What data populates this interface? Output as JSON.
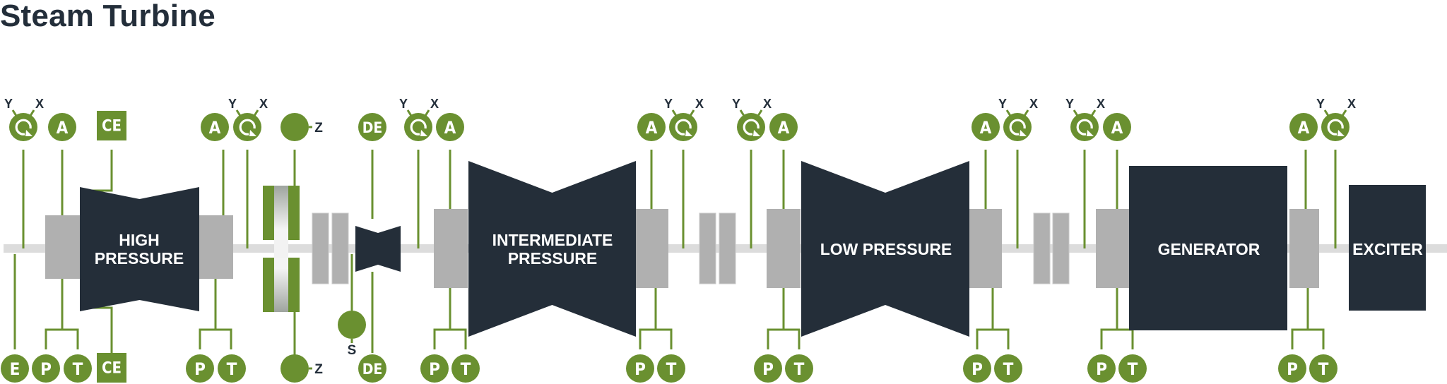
{
  "title": "Steam Turbine",
  "colors": {
    "sensor_green": "#6a9030",
    "machine_dark": "#242e39",
    "bearing_gray": "#b0b0b0",
    "shaft_gray": "#dcdcdc",
    "axis_label": "#232e3a"
  },
  "components": [
    {
      "id": "hp",
      "label_lines": [
        "HIGH",
        "PRESSURE"
      ]
    },
    {
      "id": "ip",
      "label_lines": [
        "INTERMEDIATE",
        "PRESSURE"
      ]
    },
    {
      "id": "lp",
      "label_lines": [
        "LOW PRESSURE"
      ]
    },
    {
      "id": "gen",
      "label_lines": [
        "GENERATOR"
      ]
    },
    {
      "id": "exc",
      "label_lines": [
        "EXCITER"
      ]
    }
  ],
  "axis_labels": {
    "y": "Y",
    "x": "X",
    "z": "Z",
    "s": "S"
  },
  "sensor_legend": {
    "vibration": "vibration-icon",
    "A": "A",
    "CE": "CE",
    "DE": "DE",
    "E": "E",
    "P": "P",
    "T": "T"
  },
  "top_sensors": [
    {
      "type": "vibration",
      "group": "hp-left"
    },
    {
      "type": "A",
      "group": "hp-left"
    },
    {
      "type": "CE",
      "group": "hp-casing"
    },
    {
      "type": "A",
      "group": "hp-right"
    },
    {
      "type": "vibration",
      "group": "hp-right"
    },
    {
      "type": "Z",
      "group": "thrust"
    },
    {
      "type": "DE",
      "group": "pump"
    },
    {
      "type": "vibration",
      "group": "ip-left"
    },
    {
      "type": "A",
      "group": "ip-left"
    },
    {
      "type": "A",
      "group": "ip-right"
    },
    {
      "type": "vibration",
      "group": "ip-right"
    },
    {
      "type": "vibration",
      "group": "lp-left"
    },
    {
      "type": "A",
      "group": "lp-left"
    },
    {
      "type": "A",
      "group": "lp-right"
    },
    {
      "type": "vibration",
      "group": "lp-right"
    },
    {
      "type": "vibration",
      "group": "gen-left"
    },
    {
      "type": "A",
      "group": "gen-left"
    },
    {
      "type": "A",
      "group": "gen-right"
    },
    {
      "type": "vibration",
      "group": "gen-right"
    }
  ],
  "bottom_sensors": [
    {
      "type": "E",
      "group": "shaft"
    },
    {
      "type": "P",
      "group": "hp-left"
    },
    {
      "type": "T",
      "group": "hp-left"
    },
    {
      "type": "CE",
      "group": "hp-casing"
    },
    {
      "type": "P",
      "group": "hp-right"
    },
    {
      "type": "T",
      "group": "hp-right"
    },
    {
      "type": "Z",
      "group": "thrust"
    },
    {
      "type": "S",
      "group": "pump"
    },
    {
      "type": "DE",
      "group": "pump"
    },
    {
      "type": "P",
      "group": "ip-left"
    },
    {
      "type": "T",
      "group": "ip-left"
    },
    {
      "type": "P",
      "group": "ip-right"
    },
    {
      "type": "T",
      "group": "ip-right"
    },
    {
      "type": "P",
      "group": "lp-left"
    },
    {
      "type": "T",
      "group": "lp-left"
    },
    {
      "type": "P",
      "group": "lp-right"
    },
    {
      "type": "T",
      "group": "lp-right"
    },
    {
      "type": "P",
      "group": "gen-left"
    },
    {
      "type": "T",
      "group": "gen-left"
    },
    {
      "type": "P",
      "group": "gen-right"
    },
    {
      "type": "T",
      "group": "gen-right"
    }
  ]
}
